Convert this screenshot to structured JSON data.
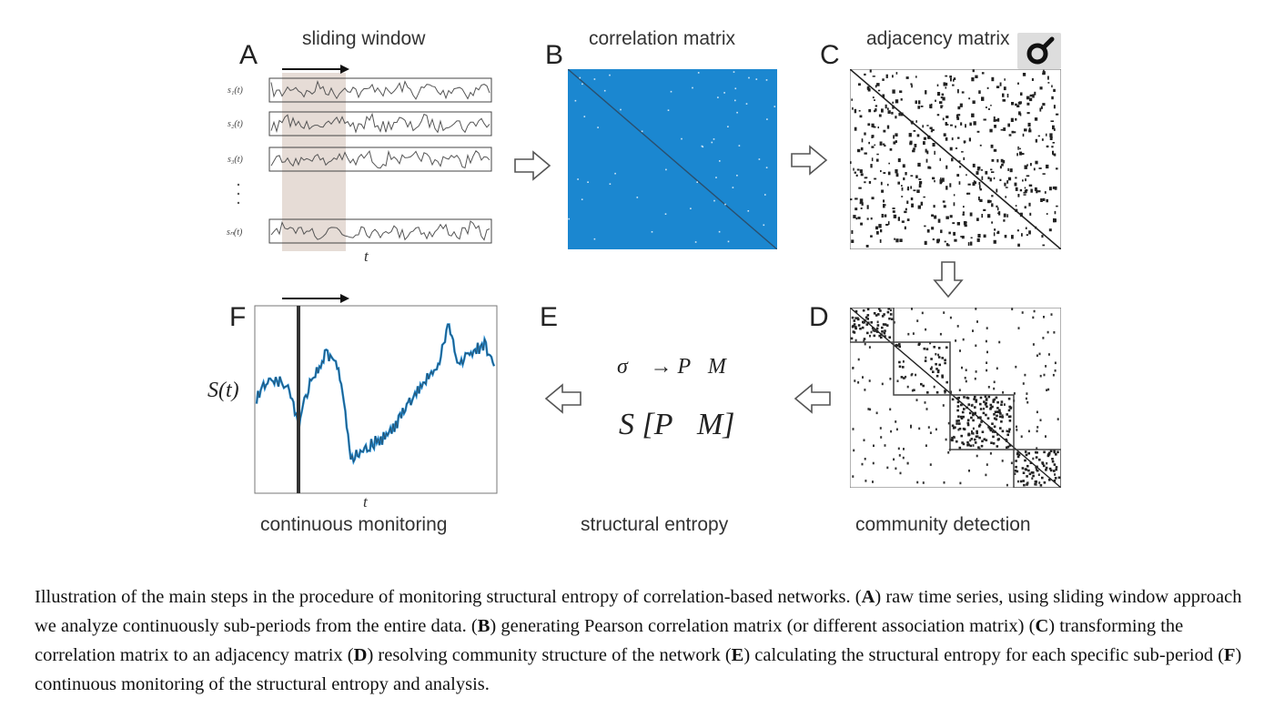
{
  "figure": {
    "panels": {
      "A": {
        "letter": "A",
        "title": "sliding window",
        "axis": "t",
        "series": [
          "s₁(t)",
          "s₂(t)",
          "s₃(t)",
          "sₙ(t)"
        ]
      },
      "B": {
        "letter": "B",
        "title": "correlation matrix",
        "fill": "#1b87d0"
      },
      "C": {
        "letter": "C",
        "title": "adjacency matrix"
      },
      "D": {
        "letter": "D",
        "title": "community detection"
      },
      "E": {
        "letter": "E",
        "title": "structural entropy",
        "formula_top": "σ⃗ → P⃗M",
        "formula_bottom": "S [P⃗M]"
      },
      "F": {
        "letter": "F",
        "title": "continuous monitoring",
        "ylabel": "S(t)",
        "xlabel": "t",
        "line_color": "#1b87d0"
      }
    },
    "caption": {
      "intro": "Illustration of the main steps in the procedure of monitoring structural entropy of correlation-based networks. (",
      "A": "A",
      "a_text": ") raw time series, using sliding window approach we analyze continuously sub-periods from the entire data. (",
      "B": "B",
      "b_text": ") generating Pearson correlation matrix (or different association matrix) (",
      "C": "C",
      "c_text": ") transforming the correlation matrix to an adjacency matrix (",
      "D": "D",
      "d_text": ") resolving community structure of the network (",
      "E": "E",
      "e_text": ") calculating the structural entropy for each specific sub-period (",
      "F": "F",
      "f_text": ") continuous monitoring of the structural entropy and analysis."
    }
  }
}
